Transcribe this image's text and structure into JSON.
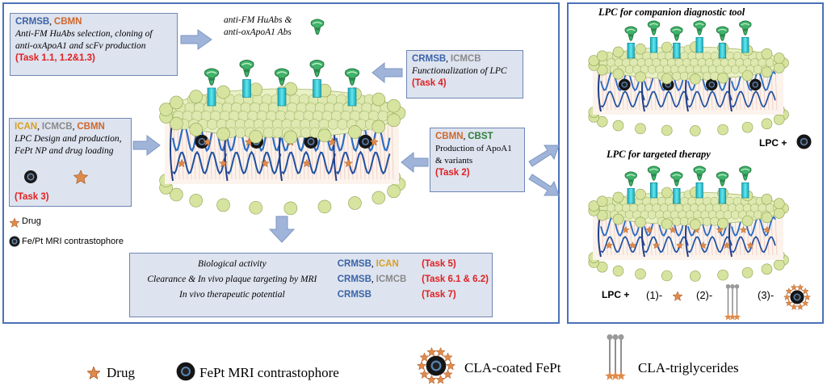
{
  "boxes": {
    "anti_fm": {
      "org1": "CRMSB",
      "sep": ", ",
      "org2": "CBMN",
      "line1": "Anti-FM HuAbs selection, cloning of",
      "line2": "anti-oxApoA1 and scFv production",
      "task": "(Task 1.1, 1.2&1.3)"
    },
    "abs_label": {
      "line1": "anti-FM HuAbs &",
      "line2": "anti-oxApoA1 Abs"
    },
    "func": {
      "org1": "CRMSB",
      "sep": ", ",
      "org2": "ICMCB",
      "line1": "Functionalization of LPC",
      "task": "(Task 4)"
    },
    "lpc_design": {
      "org1": "ICAN",
      "sep1": ", ",
      "org2": "ICMCB",
      "sep2": ", ",
      "org3": "CBMN",
      "line1": "LPC Design and production,",
      "line2": "FePt NP and drug loading",
      "task": "(Task 3)"
    },
    "apoa1": {
      "org1": "CBMN",
      "sep": ", ",
      "org2": "CBST",
      "line1": "Production of ApoA1",
      "line2": "& variants",
      "task": "(Task 2)"
    }
  },
  "small_legend": {
    "drug": "Drug",
    "contrast": "Fe/Pt MRI contrastophore"
  },
  "tasks": [
    {
      "activity": "Biological activity",
      "org1": "CRMSB",
      "sep": ", ",
      "org2": "ICAN",
      "task": "(Task 5)"
    },
    {
      "activity": "Clearance & In vivo plaque targeting by MRI",
      "org1": "CRMSB",
      "sep": ", ",
      "org2": "ICMCB",
      "task": "(Task 6.1 & 6.2)"
    },
    {
      "activity": "In vivo therapeutic potential",
      "org1": "CRMSB",
      "sep": "",
      "org2": "",
      "task": "(Task 7)"
    }
  ],
  "right_panel": {
    "title1": "LPC for companion diagnostic tool",
    "lpc_plus": "LPC +",
    "title2": "LPC for targeted therapy",
    "bottom_lpc": "LPC +",
    "opt1": "(1)-",
    "opt2": "(2)-",
    "opt3": "(3)-"
  },
  "legend": {
    "drug": "Drug",
    "fept": "FePt MRI contrastophore",
    "cla_fept": "CLA-coated FePt",
    "cla_tg": "CLA-triglycerides"
  },
  "colors": {
    "panel_border": "#4a72b8",
    "box_bg": "#dde3ef",
    "arrow": "#9fb4d8",
    "bead": "#d9e6a8",
    "helix": "#2b6cc4",
    "cyl": "#35d0dc",
    "antibody": "#3fb46a",
    "star": "#e08a4a"
  }
}
